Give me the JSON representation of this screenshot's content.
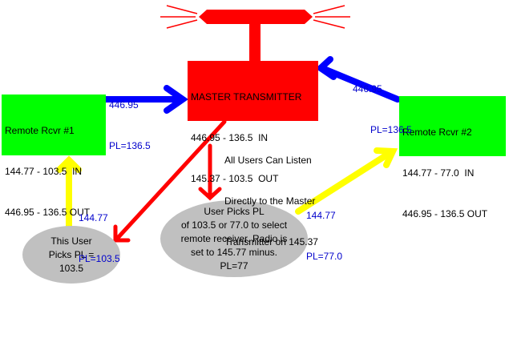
{
  "colors": {
    "red": "#ff0000",
    "blue": "#0000ff",
    "yellow": "#ffff00",
    "green": "#00ff00",
    "gray": "#c0c0c0",
    "label_blue": "#0000cc"
  },
  "master": {
    "line1": "MASTER TRANSMITTER",
    "line2": "446.95 - 136.5  IN",
    "line3": "145.37 - 103.5  OUT"
  },
  "remote1": {
    "line1": "Remote Rcvr #1",
    "line2": "144.77 - 103.5  IN",
    "line3": "446.95 - 136.5 OUT"
  },
  "remote2": {
    "line1": "Remote Rcvr #2",
    "line2": "144.77 - 77.0  IN",
    "line3": "446.95 - 136.5 OUT"
  },
  "labels": {
    "left_link_freq": "446.95",
    "left_link_pl": "PL=136.5",
    "right_link_freq": "446.95",
    "right_link_pl": "PL=136.5",
    "user1_freq": "144.77",
    "user1_pl": "PL=103.5",
    "user2_freq": "144.77",
    "user2_pl": "PL=77.0",
    "listen_line1": "All Users Can Listen",
    "listen_line2": "Directly to the Master",
    "listen_line3": "Transmitter on 145.37"
  },
  "user1": {
    "line1": "This User",
    "line2": "Picks PL =",
    "line3": "103.5"
  },
  "user2": {
    "line1": "User Picks PL",
    "line2": "of 103.5 or 77.0 to select",
    "line3": "remote receiver. Radio is",
    "line4": "set to 145.77 minus.",
    "line5": "PL=77"
  }
}
